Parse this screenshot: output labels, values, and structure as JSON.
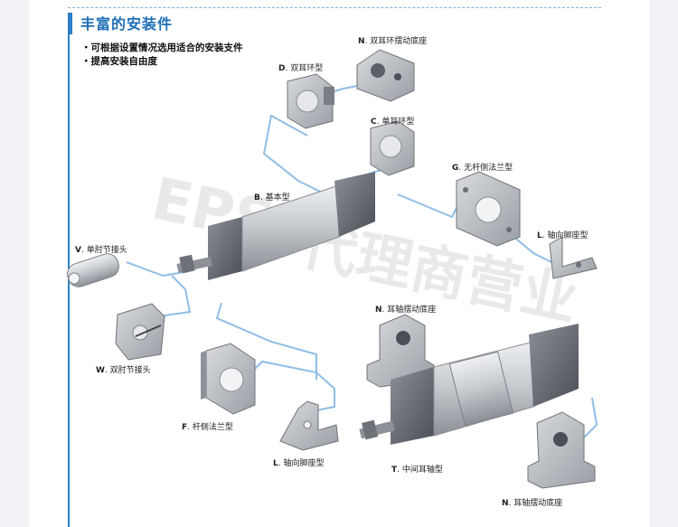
{
  "heading": "丰富的安装件",
  "bullets": [
    "可根据设置情况选用适合的安装支件",
    "提高安装自由度"
  ],
  "watermark": [
    "EPS",
    "代理商营业"
  ],
  "colors": {
    "accent": "#2b7fc4",
    "connector": "#8fbde6",
    "metal": "#a9acb1",
    "dark": "#4b4e55"
  },
  "parts": [
    {
      "code": "N",
      "name": "双耳环摆动底座"
    },
    {
      "code": "D",
      "name": "双耳环型"
    },
    {
      "code": "C",
      "name": "单耳环型"
    },
    {
      "code": "G",
      "name": "无杆侧法兰型"
    },
    {
      "code": "B",
      "name": "基本型"
    },
    {
      "code": "L",
      "name": "轴向脚座型"
    },
    {
      "code": "V",
      "name": "单肘节接头"
    },
    {
      "code": "N",
      "name": "耳轴摆动底座"
    },
    {
      "code": "W",
      "name": "双肘节接头"
    },
    {
      "code": "F",
      "name": "杆侧法兰型"
    },
    {
      "code": "L",
      "name": "轴向脚座型"
    },
    {
      "code": "T",
      "name": "中间耳轴型"
    },
    {
      "code": "N",
      "name": "耳轴摆动底座"
    }
  ]
}
